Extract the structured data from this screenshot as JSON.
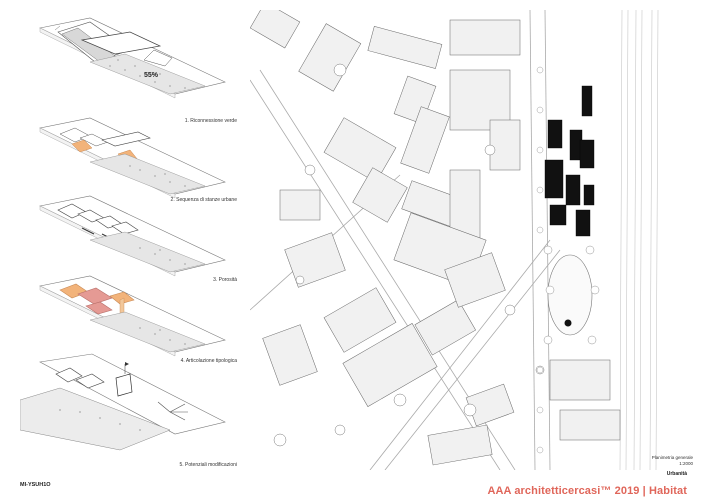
{
  "diagrams": [
    {
      "caption": "1. Riconnessione verde",
      "badge": "55%"
    },
    {
      "caption": "2. Sequenza di stanze urbane"
    },
    {
      "caption": "3. Porosità"
    },
    {
      "caption": "4. Articolazione tipologica"
    },
    {
      "caption": "5. Potenziali modificazioni"
    }
  ],
  "map": {
    "caption_line1": "Planimetria generale",
    "caption_line2": "1:2000"
  },
  "project_code": "MI-YSUH1O",
  "section_label": "Urbanità",
  "footer_title": "AAA architetticercasi™ 2019 | Habitat",
  "colors": {
    "accent": "#e0665a",
    "building_highlight": "#111111",
    "diagram_orange": "#f2b37a",
    "diagram_pink": "#e59a94"
  }
}
